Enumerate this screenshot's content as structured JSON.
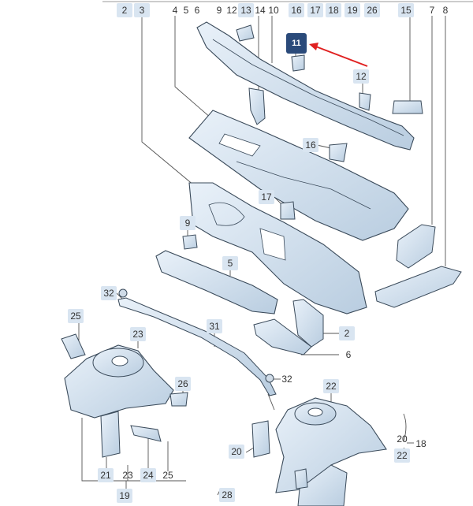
{
  "callouts": {
    "top_2": "2",
    "top_3": "3",
    "top_4": "4",
    "top_5": "5",
    "top_6": "6",
    "top_9": "9",
    "top_12": "12",
    "top_13": "13",
    "top_14": "14",
    "top_10": "10",
    "top_16": "16",
    "top_17": "17",
    "top_18": "18",
    "top_19": "19",
    "top_26": "26",
    "top_15": "15",
    "top_7": "7",
    "top_8": "8",
    "highlight_11": "11",
    "part_12": "12",
    "part_16": "16",
    "part_17": "17",
    "part_9": "9",
    "part_5": "5",
    "part_32a": "32",
    "part_31": "31",
    "part_2": "2",
    "part_6": "6",
    "part_25": "25",
    "part_23": "23",
    "part_26": "26",
    "part_32b": "32",
    "part_22": "22",
    "part_20a": "20",
    "part_18": "18",
    "part_22b": "22",
    "part_20b": "20",
    "bot_21": "21",
    "bot_23": "23",
    "bot_24": "24",
    "bot_25": "25",
    "bot_19": "19",
    "part_28": "28"
  },
  "colors": {
    "label_bg": "#d9e5f1",
    "highlight_bg": "#2a4a7a",
    "arrow": "#e02020",
    "part_fill": "#d8e6f2",
    "part_stroke": "#3a4a5a",
    "leader": "#555555"
  }
}
